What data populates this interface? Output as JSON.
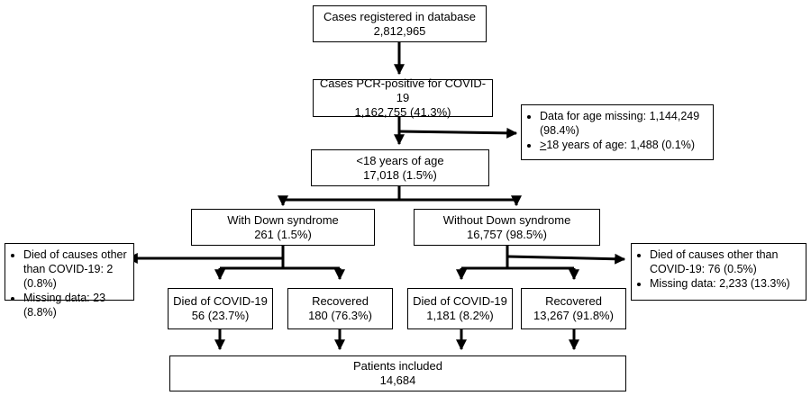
{
  "boxes": {
    "registered": {
      "line1": "Cases registered in database",
      "line2": "2,812,965"
    },
    "pcr_positive": {
      "line1": "Cases PCR-positive for COVID-19",
      "line2": "1,162,755  (41.3%)"
    },
    "under18": {
      "line1": "<18 years of age",
      "line2": "17,018 (1.5%)"
    },
    "with_ds": {
      "line1": "With Down syndrome",
      "line2": "261 (1.5%)"
    },
    "without_ds": {
      "line1": "Without Down syndrome",
      "line2": "16,757 (98.5%)"
    },
    "ds_died": {
      "line1": "Died of COVID-19",
      "line2": "56 (23.7%)"
    },
    "ds_recovered": {
      "line1": "Recovered",
      "line2": "180 (76.3%)"
    },
    "nods_died": {
      "line1": "Died of COVID-19",
      "line2": "1,181 (8.2%)"
    },
    "nods_recovered": {
      "line1": "Recovered",
      "line2": "13,267 (91.8%)"
    },
    "included": {
      "line1": "Patients included",
      "line2": "14,684"
    }
  },
  "exclusions": {
    "age": {
      "item1": "Data for age missing: 1,144,249 (98.4%)",
      "item2_symbol": ">",
      "item2_rest": "18 years of age: 1,488 (0.1%)"
    },
    "with_ds": {
      "item1": "Died of causes other than COVID-19: 2 (0.8%)",
      "item2": "Missing data: 23 (8.8%)"
    },
    "without_ds": {
      "item1": "Died of causes other than COVID-19: 76 (0.5%)",
      "item2": "Missing data: 2,233 (13.3%)"
    }
  }
}
